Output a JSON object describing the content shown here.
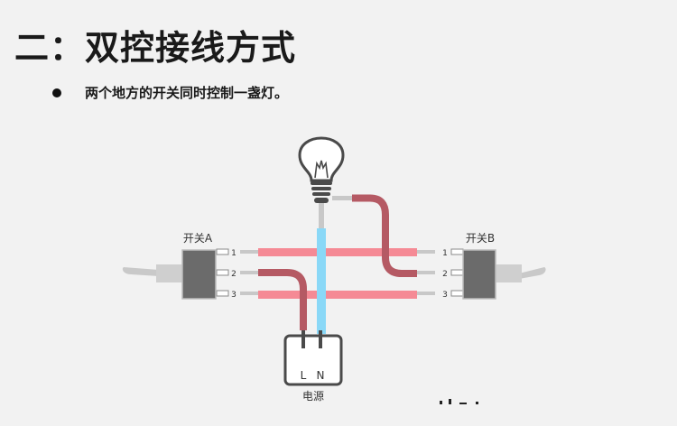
{
  "title": "二：双控接线方式",
  "bullet": "两个地方的开关同时控制一盏灯。",
  "switch_a": {
    "label": "开关A",
    "terminals": [
      "1",
      "2",
      "3"
    ]
  },
  "switch_b": {
    "label": "开关B",
    "terminals": [
      "1",
      "2",
      "3"
    ]
  },
  "power": {
    "label": "电源",
    "live": "L",
    "neutral": "N"
  },
  "colors": {
    "traveler": "#f58a95",
    "live_wire": "#b55a64",
    "neutral_wire": "#8ad8f7",
    "switch_body": "#6b6b6b",
    "outline": "#4a4a4a"
  }
}
